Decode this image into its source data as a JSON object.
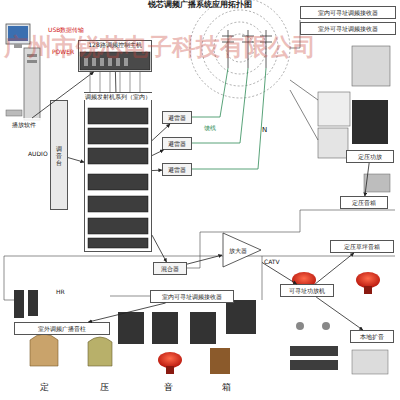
{
  "diagram": {
    "title": "锐芯调频广播系统应用拓扑图",
    "nodes": [
      {
        "text": [
          "播放软件"
        ]
      },
      {
        "text": [
          "128路调频控制主机"
        ]
      },
      {
        "text": [
          "调频发射机系列（室内）"
        ]
      },
      {
        "text": [
          "调音台"
        ]
      },
      {
        "text": [
          "避雷器"
        ]
      },
      {
        "text": [
          "避雷器"
        ]
      },
      {
        "text": [
          "避雷器"
        ]
      },
      {
        "text": [
          "混合器"
        ]
      },
      {
        "text": [
          "放大器"
        ]
      },
      {
        "text": [
          "室内可寻址调频接收器"
        ]
      },
      {
        "text": [
          "室外可寻址调频接收器"
        ]
      },
      {
        "text": [
          "定压功放"
        ]
      },
      {
        "text": [
          "定压音箱"
        ]
      },
      {
        "text": [
          "定压草坪音箱"
        ]
      },
      {
        "text": [
          "室内可寻址调频接收器"
        ]
      },
      {
        "text": [
          "可寻址功放机"
        ]
      },
      {
        "text": [
          "室外调频广播音柱"
        ]
      },
      {
        "text": [
          "本地扩音"
        ]
      }
    ],
    "edges": [
      {
        "from": 0,
        "to": 1,
        "arrow": "to"
      },
      {
        "from": 1,
        "to": 2,
        "arrow": "none"
      },
      {
        "from": 3,
        "to": 2,
        "arrow": "to"
      },
      {
        "from": 2,
        "to": 4,
        "arrow": "to"
      },
      {
        "from": 2,
        "to": 5,
        "arrow": "to"
      },
      {
        "from": 2,
        "to": 6,
        "arrow": "to"
      },
      {
        "from": 2,
        "to": 7,
        "arrow": "to"
      },
      {
        "from": 7,
        "to": 8,
        "arrow": "to"
      },
      {
        "from": 8,
        "to": 15,
        "arrow": "to"
      },
      {
        "from": 15,
        "to": 13,
        "arrow": "to"
      },
      {
        "from": 11,
        "to": 12,
        "arrow": "to"
      },
      {
        "from": 14,
        "to": 16,
        "arrow": "to"
      },
      {
        "from": 15,
        "to": 17,
        "arrow": "to"
      }
    ],
    "labels": [
      "USB数据传输",
      "POWER",
      "AUDIO",
      "馈线",
      "N",
      "CATV",
      "HR",
      "定",
      "压",
      "音",
      "箱",
      "广州市锐芯电子科技有限公司"
    ]
  }
}
